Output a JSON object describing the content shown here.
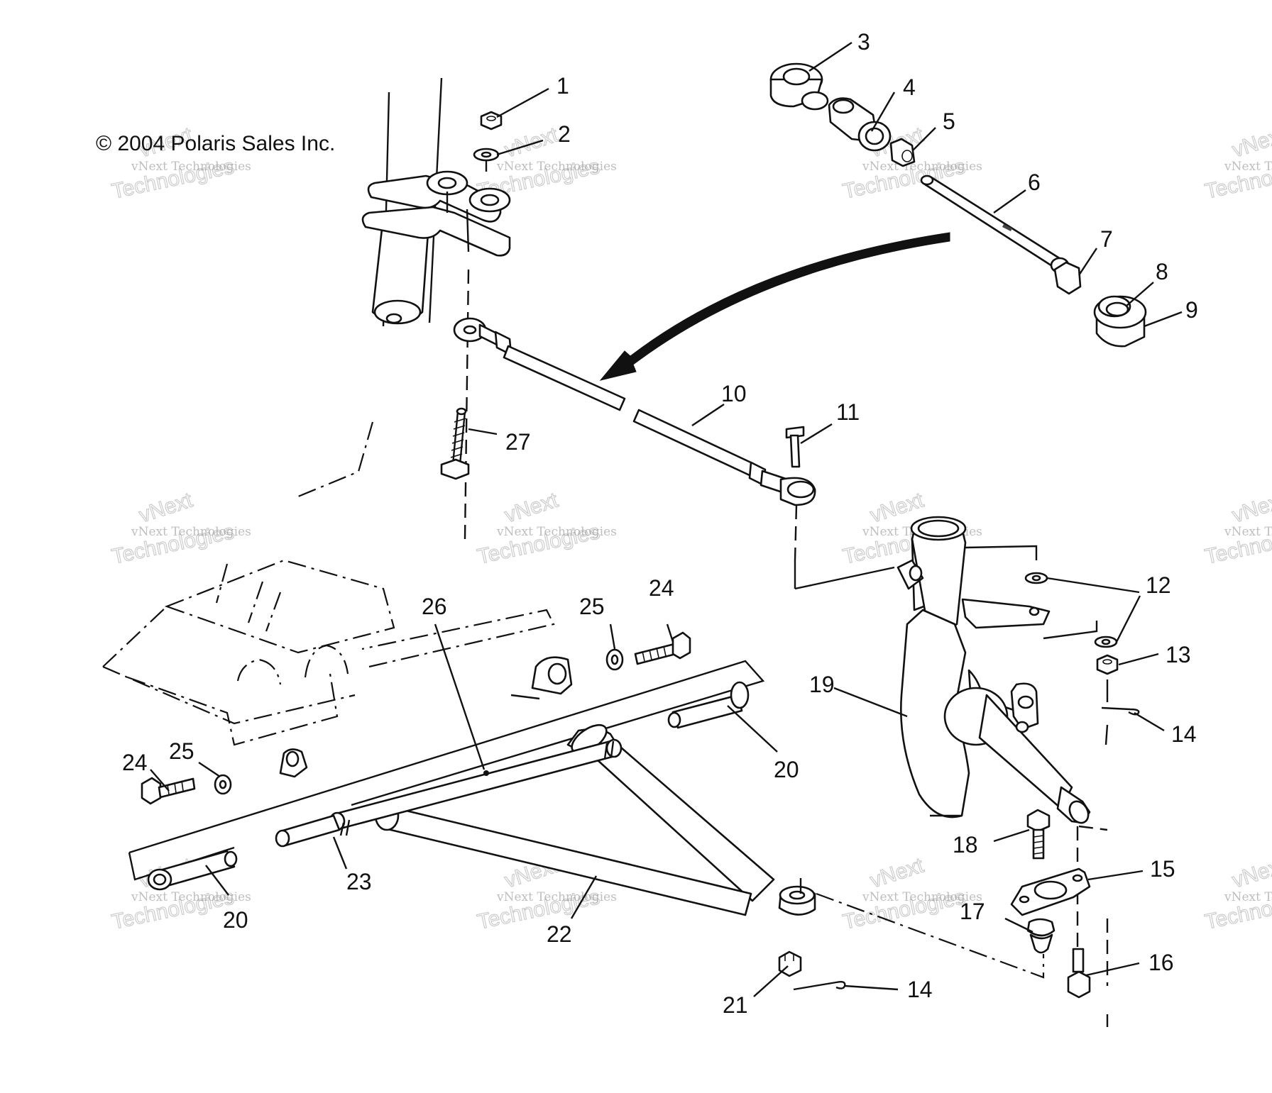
{
  "copyright": "© 2004 Polaris Sales Inc.",
  "watermark": {
    "line1": "vNext Technologies",
    "line2": "vNext",
    "line3": "Technologies"
  },
  "callouts": {
    "c1": "1",
    "c2": "2",
    "c3": "3",
    "c4": "4",
    "c5": "5",
    "c6": "6",
    "c7": "7",
    "c8": "8",
    "c9": "9",
    "c10": "10",
    "c11": "11",
    "c12": "12",
    "c13": "13",
    "c14a": "14",
    "c14b": "14",
    "c15": "15",
    "c16": "16",
    "c17": "17",
    "c18": "18",
    "c19": "19",
    "c20a": "20",
    "c20b": "20",
    "c21": "21",
    "c22": "22",
    "c23": "23",
    "c24a": "24",
    "c24b": "24",
    "c25a": "25",
    "c25b": "25",
    "c26": "26",
    "c27": "27"
  }
}
